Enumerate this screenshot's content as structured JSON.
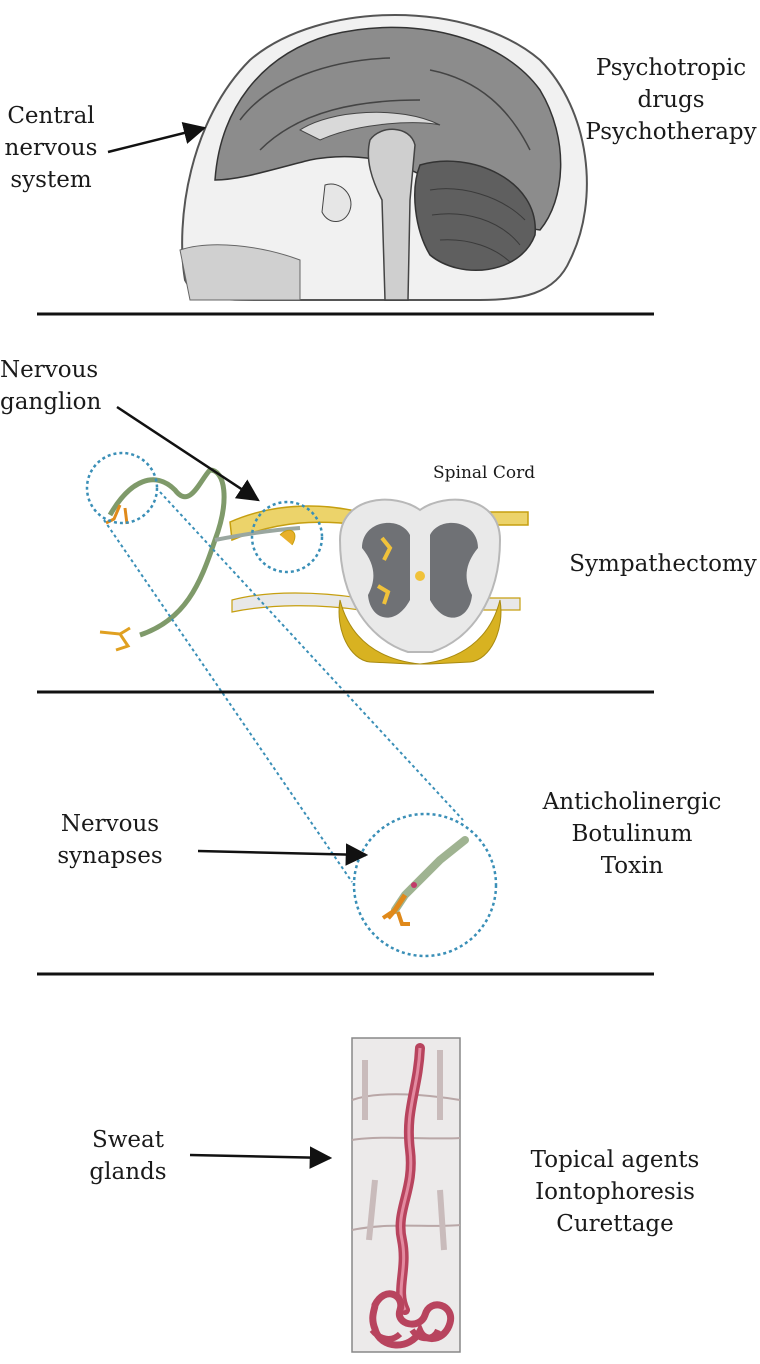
{
  "sections": [
    {
      "structure": {
        "lines": [
          "Central",
          "nervous",
          "system"
        ]
      },
      "treatments": [
        "Psychotropic",
        "drugs",
        "Psychotherapy"
      ]
    },
    {
      "structure": {
        "lines": [
          "Nervous",
          "ganglion"
        ]
      },
      "figure_label": "Spinal Cord",
      "treatments": [
        "Sympathectomy"
      ]
    },
    {
      "structure": {
        "lines": [
          "Nervous",
          "synapses"
        ]
      },
      "treatments": [
        "Anticholinergic",
        "Botulinum",
        "Toxin"
      ]
    },
    {
      "structure": {
        "lines": [
          "Sweat",
          "glands"
        ]
      },
      "treatments": [
        "Topical agents",
        "Iontophoresis",
        "Curettage"
      ]
    }
  ],
  "colors": {
    "divider": "#111111",
    "arrow": "#111111",
    "zoom_circle": "#3a8fb7",
    "nerve": "#7f9a6a",
    "spinal_gold": "#d8b221",
    "gland_red": "#b8445e"
  }
}
